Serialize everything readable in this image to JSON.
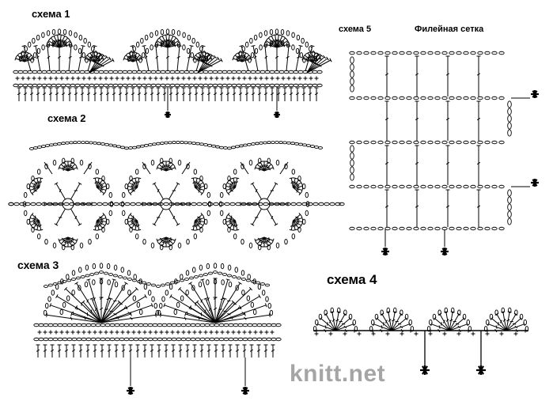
{
  "labels": {
    "scheme1": "схема 1",
    "scheme2": "схема 2",
    "scheme3": "схема 3",
    "scheme4": "схема 4",
    "scheme5": "схема 5",
    "scheme5_title": "Филейная сетка"
  },
  "watermark": "knitt.net",
  "colors": {
    "ink": "#000000",
    "watermark": "#a5a5a5",
    "background": "#ffffff"
  },
  "icons": {
    "repeat_marker": "asterisk"
  }
}
